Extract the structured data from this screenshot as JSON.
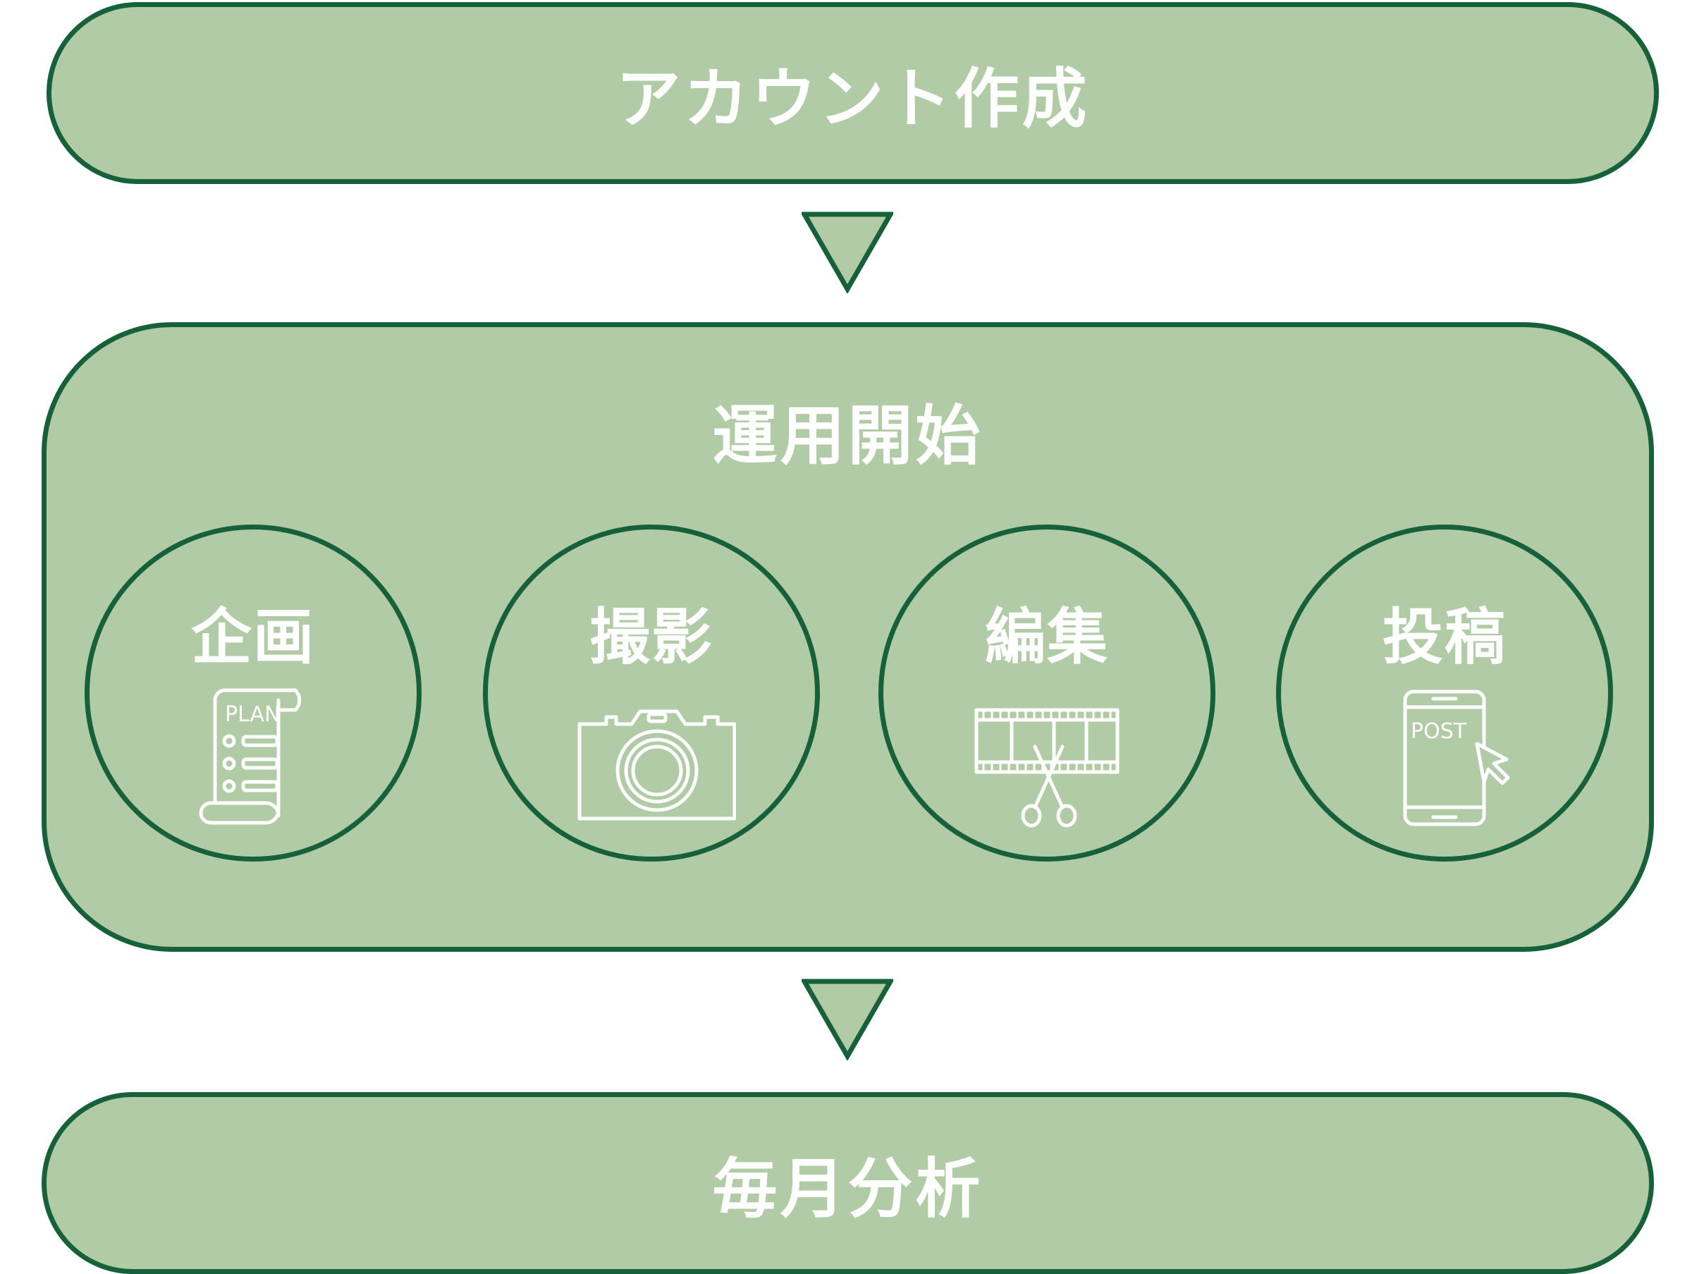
{
  "steps": {
    "create_account": "アカウント作成",
    "operation": "運用開始",
    "monthly_analysis": "毎月分析"
  },
  "phases": [
    {
      "label": "企画",
      "icon": "plan-document-icon",
      "icon_text": "PLAN"
    },
    {
      "label": "撮影",
      "icon": "camera-icon"
    },
    {
      "label": "編集",
      "icon": "film-scissors-icon"
    },
    {
      "label": "投稿",
      "icon": "smartphone-post-icon",
      "icon_text": "POST"
    }
  ],
  "colors": {
    "fill": "#b0cba5",
    "border": "#17613a",
    "text": "#ffffff"
  }
}
